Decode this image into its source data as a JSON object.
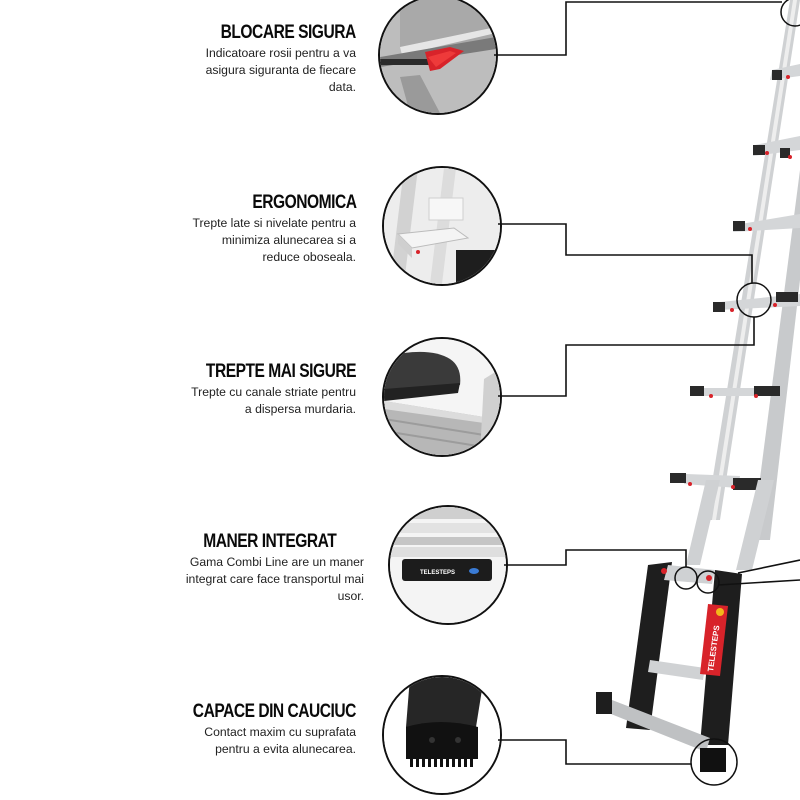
{
  "features": [
    {
      "title": "BLOCARE SIGURA",
      "desc_lines": [
        "Indicatoare rosii pentru a va",
        "asigura siguranta de fiecare",
        "data."
      ],
      "icon": "red-lock-indicator"
    },
    {
      "title": "ERGONOMICA",
      "desc_lines": [
        "Trepte late si nivelate pentru a",
        "minimiza alunecarea si a",
        "reduce oboseala."
      ],
      "icon": "wide-step"
    },
    {
      "title": "TREPTE MAI SIGURE",
      "desc_lines": [
        "Trepte cu canale striate pentru",
        "a dispersa murdaria."
      ],
      "icon": "shoe-on-grooved-step"
    },
    {
      "title": "MANER INTEGRAT",
      "desc_lines": [
        "Gama Combi Line are un maner",
        "integrat care face transportul mai",
        "usor."
      ],
      "icon": "integrated-handle"
    },
    {
      "title": "CAPACE DIN CAUCIUC",
      "desc_lines": [
        "Contact maxim cu suprafata",
        "pentru a evita alunecarea."
      ],
      "icon": "rubber-foot-cap"
    }
  ],
  "product": {
    "brand_label": "TELESTEPS",
    "handle_label": "TELESTEPS"
  },
  "colors": {
    "accent_red": "#d8232a",
    "line": "#111111",
    "aluminium": "#c9cbcd",
    "rubber": "#1e1e1e"
  }
}
